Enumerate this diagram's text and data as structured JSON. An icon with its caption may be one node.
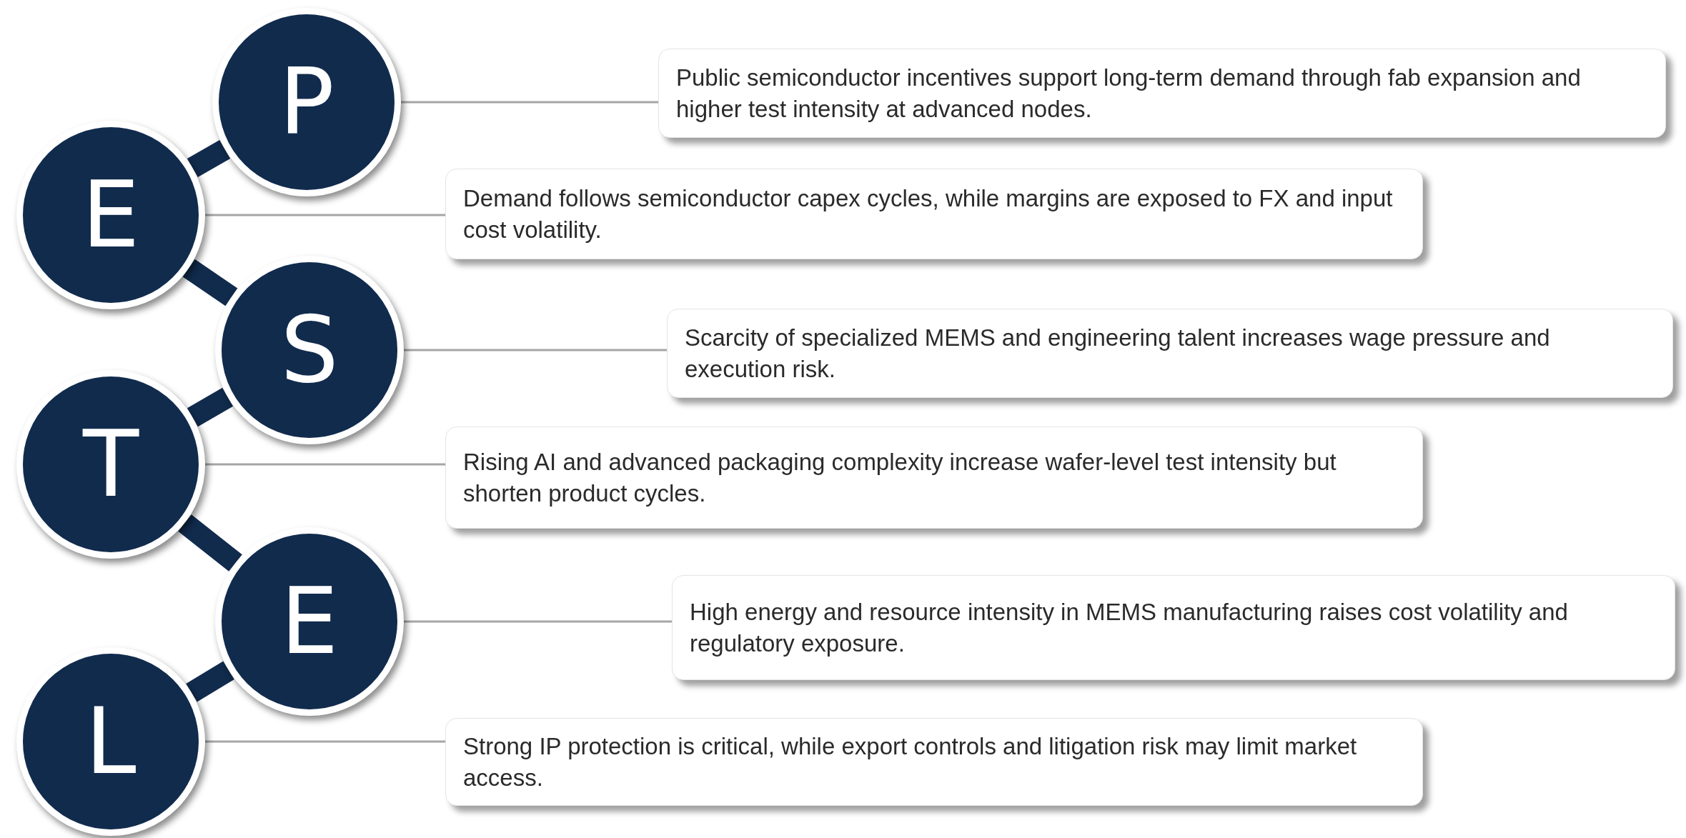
{
  "diagram": {
    "nodes": [
      {
        "text": [
          "P"
        ]
      },
      {
        "text": [
          "Public semiconductor incentives support long-term demand through fab expansion and higher test intensity at advanced nodes."
        ]
      },
      {
        "text": [
          "E"
        ]
      },
      {
        "text": [
          "Demand follows semiconductor capex cycles, while margins are exposed to FX and input cost volatility."
        ]
      },
      {
        "text": [
          "S"
        ]
      },
      {
        "text": [
          "Scarcity of specialized MEMS and engineering talent increases wage pressure and execution risk."
        ]
      },
      {
        "text": [
          "T"
        ]
      },
      {
        "text": [
          "Rising AI and advanced packaging complexity increase wafer-level test intensity but shorten product cycles."
        ]
      },
      {
        "text": [
          "E"
        ]
      },
      {
        "text": [
          "High energy and resource intensity in MEMS manufacturing raises cost volatility and regulatory exposure."
        ]
      },
      {
        "text": [
          "L"
        ]
      },
      {
        "text": [
          "Strong IP protection is critical, while export controls and litigation risk may limit market access."
        ]
      }
    ],
    "edges": [
      {
        "from": 0,
        "to": 2,
        "arrow": "none",
        "style": "thick",
        "color": "#112b4d"
      },
      {
        "from": 2,
        "to": 4,
        "arrow": "none",
        "style": "thick",
        "color": "#112b4d"
      },
      {
        "from": 4,
        "to": 6,
        "arrow": "none",
        "style": "thick",
        "color": "#112b4d"
      },
      {
        "from": 6,
        "to": 8,
        "arrow": "none",
        "style": "thick",
        "color": "#112b4d"
      },
      {
        "from": 8,
        "to": 10,
        "arrow": "none",
        "style": "thick",
        "color": "#112b4d"
      },
      {
        "from": 0,
        "to": 1,
        "arrow": "none"
      },
      {
        "from": 2,
        "to": 3,
        "arrow": "none"
      },
      {
        "from": 4,
        "to": 5,
        "arrow": "none"
      },
      {
        "from": 6,
        "to": 7,
        "arrow": "none"
      },
      {
        "from": 8,
        "to": 9,
        "arrow": "none"
      },
      {
        "from": 10,
        "to": 11,
        "arrow": "none"
      }
    ]
  }
}
